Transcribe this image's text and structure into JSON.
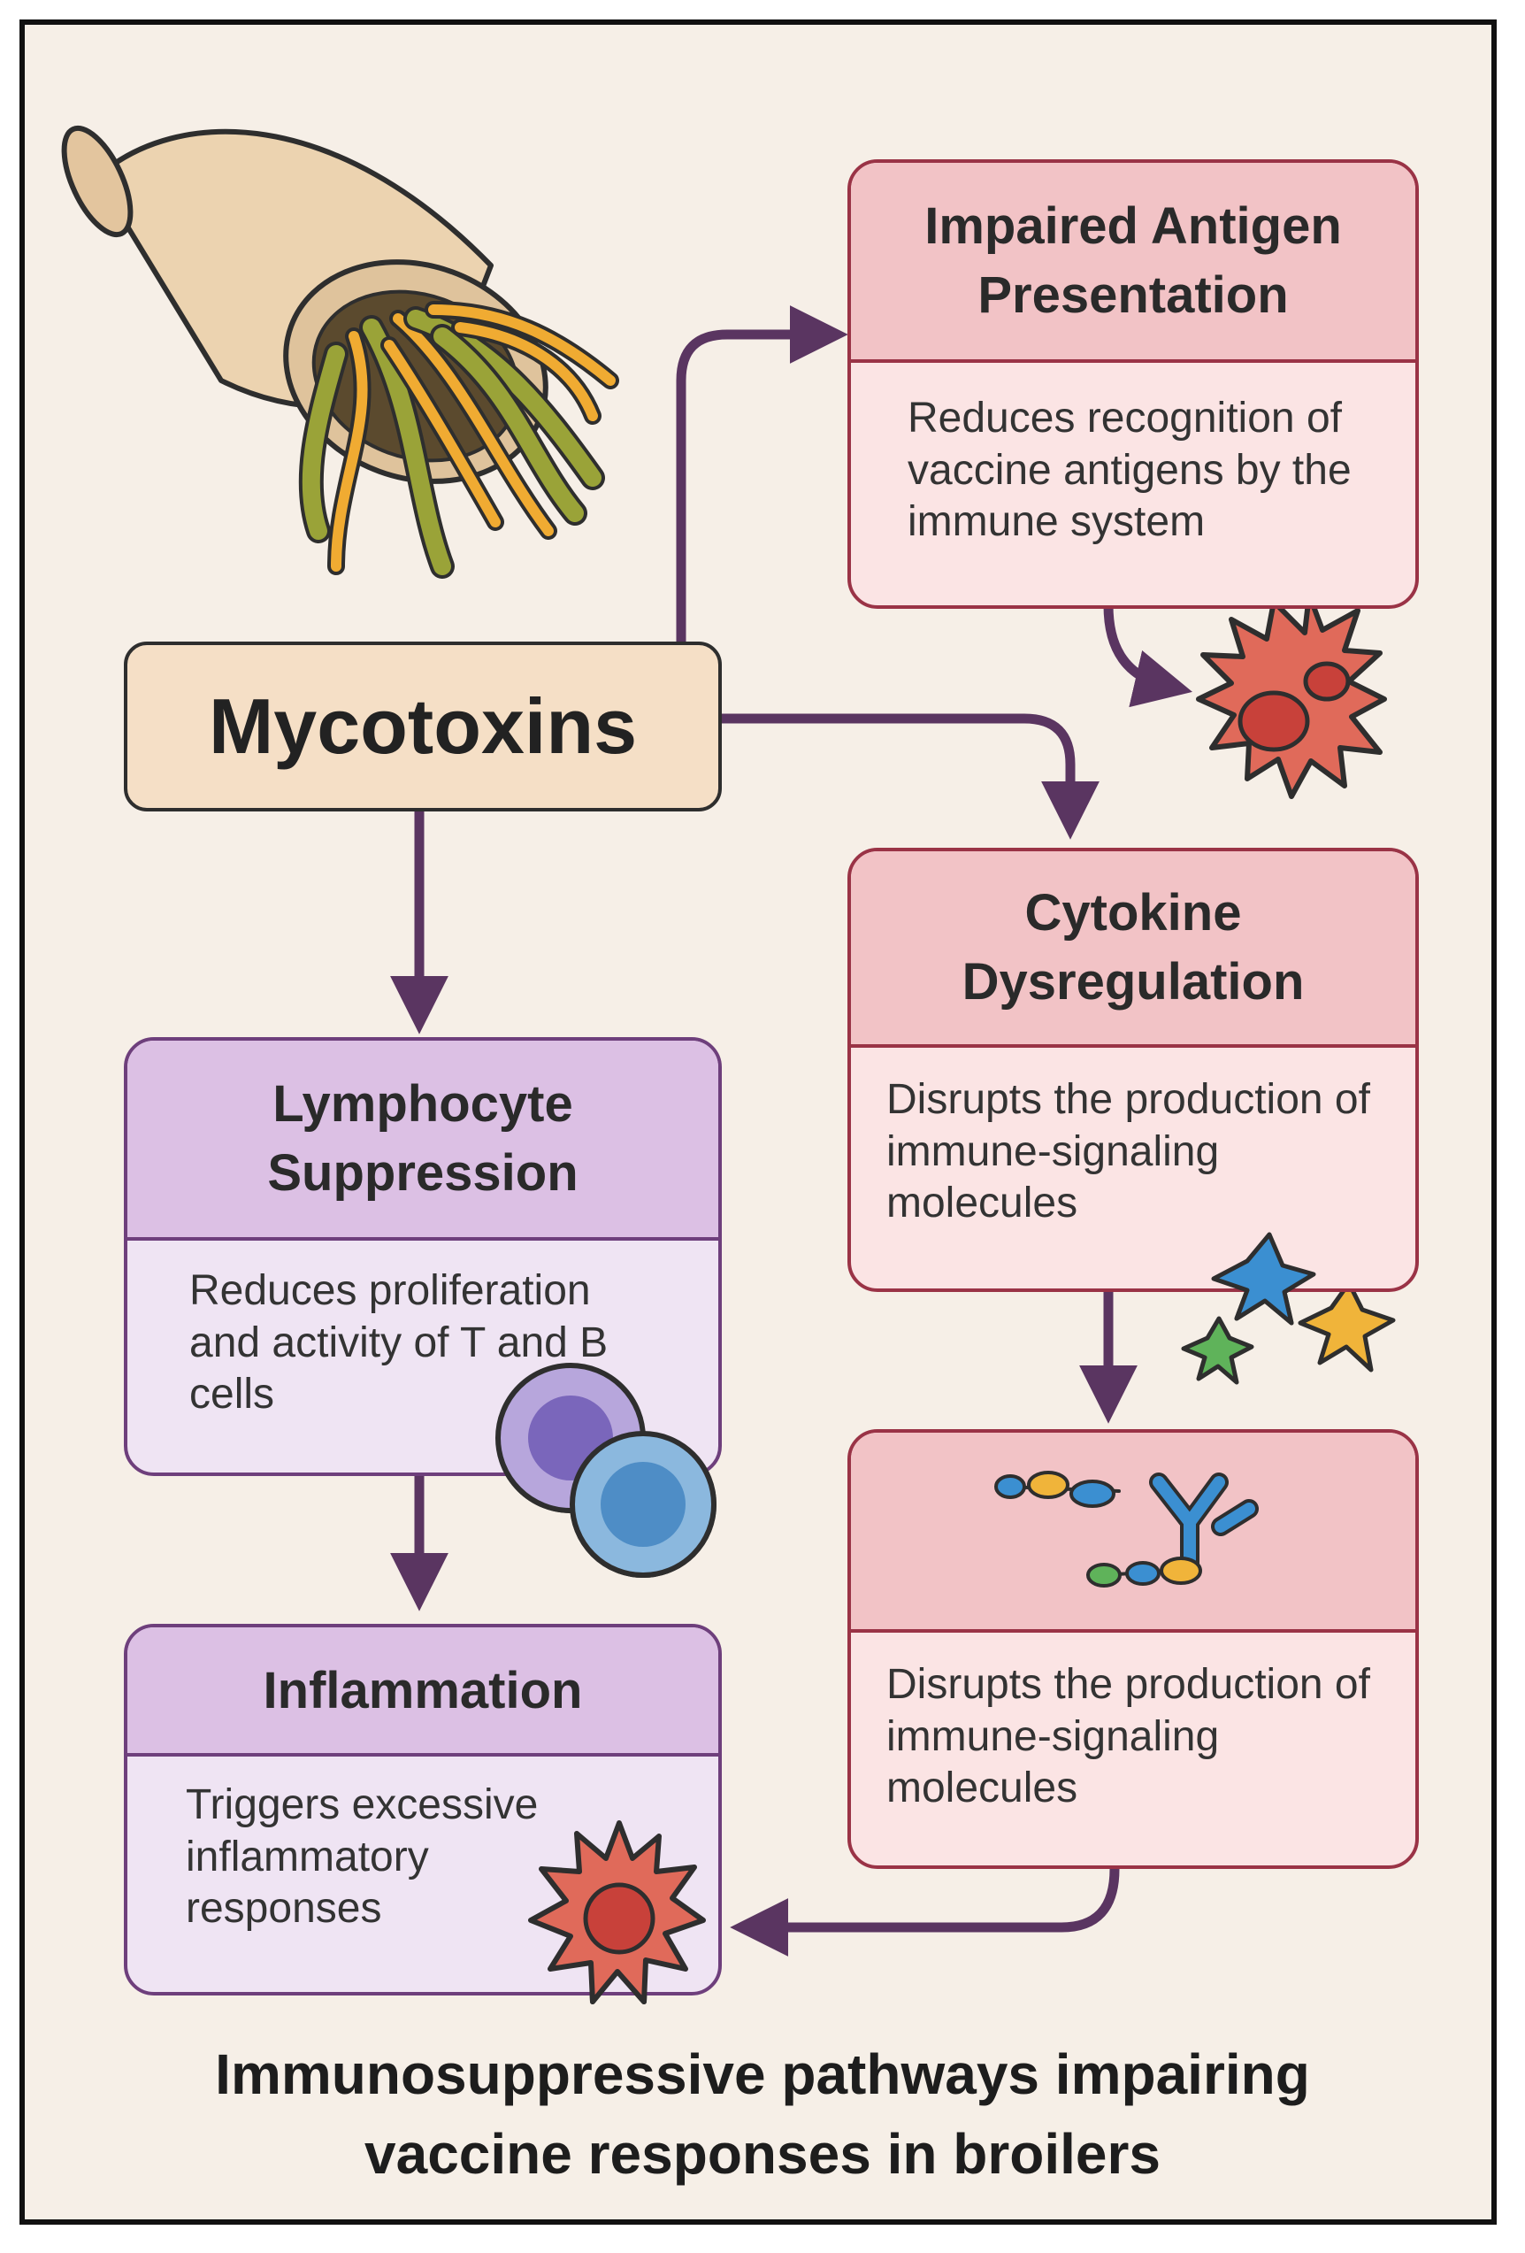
{
  "central_node": "Mycotoxins",
  "boxes": {
    "antigen": {
      "title": "Impaired Antigen Presentation",
      "text": "Reduces recognition of vaccine antigens by the immune system"
    },
    "cytokine": {
      "title": "Cytokine Dysregulation",
      "text": "Disrupts the production of immune-signaling molecules"
    },
    "lymphocyte": {
      "title": "Lymphocyte Suppression",
      "text": "Reduces proliferation and activity of T and B cells"
    },
    "signaling": {
      "title": "",
      "text": "Disrupts the production of immune-signaling molecules"
    },
    "inflammation": {
      "title": "Inflammation",
      "text": "Triggers excessive inflammatory responses"
    }
  },
  "caption": {
    "line1": "Immunosuppressive pathways impairing",
    "line2": "vaccine responses in broilers"
  },
  "colors": {
    "arrow": "#5a3561",
    "red_box_fill": "#fbe4e4",
    "red_box_header": "#f2c3c6",
    "purple_box_fill": "#efe4f3",
    "purple_box_header": "#dcc0e4",
    "background": "#f6efe7"
  },
  "icons": [
    "grain-tube-icon",
    "mold-hyphae-icon",
    "dendritic-cell-icon",
    "cytokine-molecules-icon",
    "lymphocyte-cells-icon",
    "antibody-molecules-icon",
    "inflammatory-cell-icon"
  ]
}
